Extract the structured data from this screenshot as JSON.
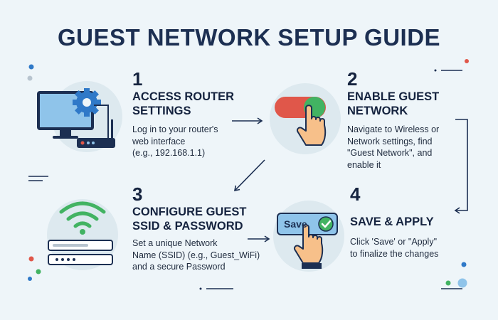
{
  "title": "GUEST NETWORK SETUP GUIDE",
  "colors": {
    "navy": "#1c2f52",
    "circle_bg": "#dde9ef",
    "blue": "#2f79c8",
    "green": "#42b362",
    "red": "#e0574a",
    "skin": "#f7c08a"
  },
  "steps": [
    {
      "number": "1",
      "heading": [
        "ACCESS ROUTER",
        "SETTINGS"
      ],
      "description": [
        "Log in to your router's",
        "web interface",
        "(e.g., 192.168.1.1)"
      ],
      "icon": "computer-gear-router-icon"
    },
    {
      "number": "2",
      "heading": [
        "ENABLE GUEST",
        "NETWORK"
      ],
      "description": [
        "Navigate to Wireless or",
        "Network settings, find",
        "\"Guest Network\", and",
        "enable it"
      ],
      "icon": "toggle-switch-hand-icon"
    },
    {
      "number": "3",
      "heading": [
        "CONFIGURE GUEST",
        "SSID & PASSWORD"
      ],
      "description": [
        "Set a unique Network",
        "Name (SSID) (e.g., Guest_WiFi)",
        "and a secure Password"
      ],
      "icon": "wifi-form-fields-icon"
    },
    {
      "number": "4",
      "heading": [
        "SAVE & APPLY"
      ],
      "description": [
        "Click 'Save' or \"Apply\"",
        "to finalize the changes"
      ],
      "icon": "save-button-hand-icon",
      "button_label": "Save"
    }
  ]
}
